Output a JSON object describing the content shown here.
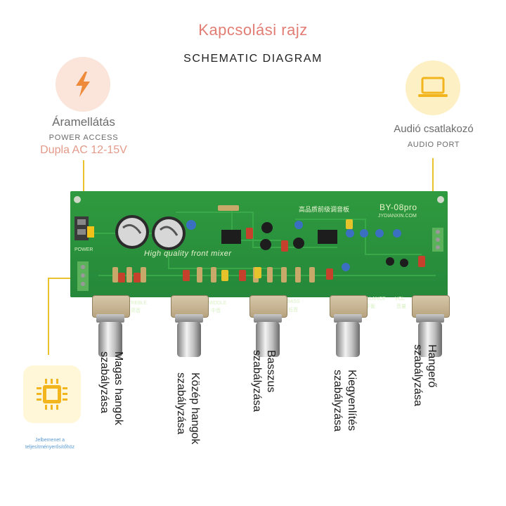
{
  "header": {
    "title": "Kapcsolási rajz",
    "subtitle": "SCHEMATIC DIAGRAM"
  },
  "power": {
    "title": "Áramellátás",
    "subtitle": "POWER ACCESS",
    "spec": "Dupla AC 12-15V",
    "icon": "lightning-icon"
  },
  "audio": {
    "title": "Audió csatlakozó",
    "subtitle": "AUDIO PORT",
    "icon": "laptop-icon"
  },
  "chip": {
    "icon": "chip-icon",
    "caption": "Jelbemenet a teljesítményerősítőhöz"
  },
  "board": {
    "brand": "BY-08pro",
    "model": "JYDIANXIN.COM",
    "chinese_title": "高品质前级调音板",
    "slogan": "High quality front mixer",
    "silk": {
      "treble": "TREBLE",
      "treble_cn": "高音",
      "middle": "MIDDLE",
      "middle_cn": "中音",
      "bass": "BASS",
      "bass_cn": "低音",
      "balance": "BALANCE",
      "balance_cn": "平衡",
      "vol": "VOL",
      "vol_cn": "音量",
      "power": "POWER"
    }
  },
  "controls": [
    {
      "label": "Magas hangok\nszabályzása"
    },
    {
      "label": "Közép hangok\nszabályzása"
    },
    {
      "label": "Basszus\nszabályzása"
    },
    {
      "label": "Kiegyenlítés\nszabályzása"
    },
    {
      "label": "Hangerő\nszabályzása"
    }
  ],
  "colors": {
    "accent_pink": "#e27d74",
    "accent_yellow": "#e9c22d",
    "board_green": "#2f9a3f"
  }
}
